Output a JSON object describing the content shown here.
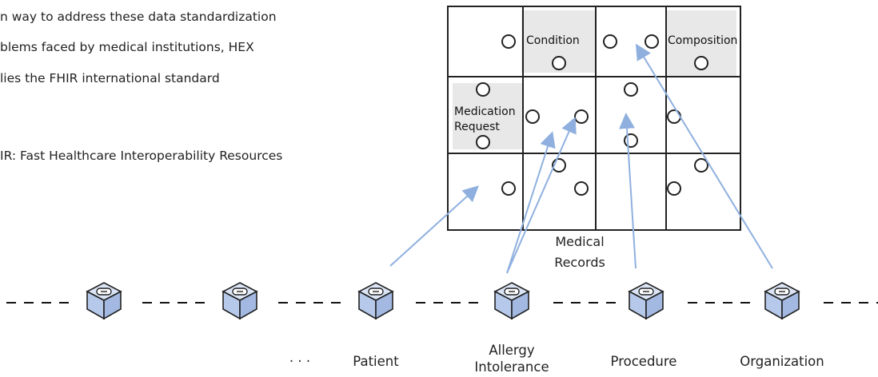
{
  "intro": {
    "lines": [
      "n way to address these data standardization",
      "blems faced by medical institutions, HEX",
      "lies the FHIR international standard"
    ],
    "footnote": "IR: Fast Healthcare Interoperability Resources"
  },
  "puzzle": {
    "title": "Medical Records",
    "title_line1": "Medical",
    "title_line2": "Records",
    "pieces": {
      "condition": "Condition",
      "composition": "Composition",
      "medication_line1": "Medication",
      "medication_line2": "Request"
    }
  },
  "chain": {
    "nodes": [
      {
        "label": ""
      },
      {
        "label": ""
      },
      {
        "label": "Patient"
      },
      {
        "label": "Allergy Intolerance",
        "line1": "Allergy",
        "line2": "Intolerance"
      },
      {
        "label": "Procedure"
      },
      {
        "label": "Organization"
      }
    ],
    "ellipsis": "· · ·"
  },
  "colors": {
    "arrow": "#8fb0df",
    "piece_fill": "#e8e8e8",
    "cube_fill": "#c4d4ef",
    "grid": "#222222"
  }
}
